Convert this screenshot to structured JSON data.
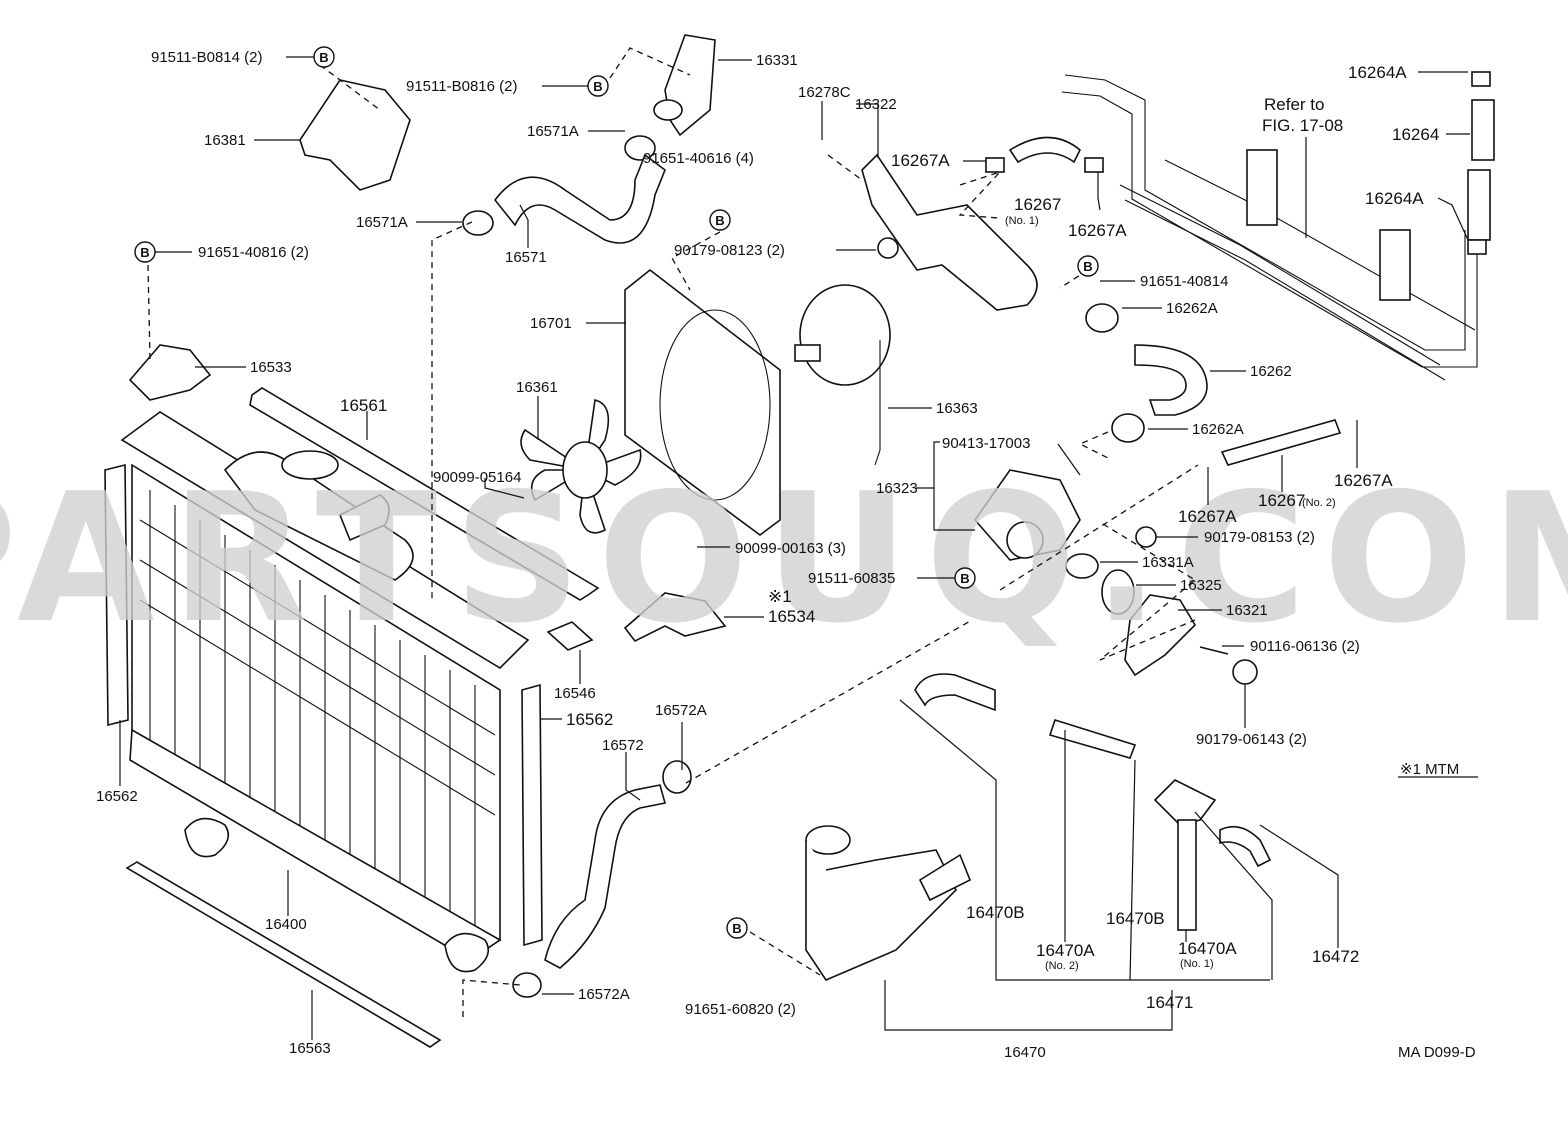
{
  "diagram": {
    "code": "MA D099-D",
    "note": "※1 MTM",
    "refer_to": [
      "Refer to",
      "FIG. 17-08"
    ],
    "watermark": "PARTSOUQ.COM",
    "marker_b": "B",
    "labels": [
      {
        "id": "l1",
        "text": "91511-B0814 (2)"
      },
      {
        "id": "l2",
        "text": "91511-B0816 (2)"
      },
      {
        "id": "l3",
        "text": "16331"
      },
      {
        "id": "l4",
        "text": "16381"
      },
      {
        "id": "l5",
        "text": "16571A"
      },
      {
        "id": "l6",
        "text": "16571A"
      },
      {
        "id": "l7",
        "text": "16571"
      },
      {
        "id": "l8",
        "text": "91651-40616 (4)"
      },
      {
        "id": "l9",
        "text": "91651-40816 (2)"
      },
      {
        "id": "l10",
        "text": "16278C"
      },
      {
        "id": "l11",
        "text": "16322"
      },
      {
        "id": "l12",
        "text": "16267A"
      },
      {
        "id": "l13",
        "text": "16267"
      },
      {
        "id": "l14",
        "text": "(No. 1)"
      },
      {
        "id": "l15",
        "text": "16267A"
      },
      {
        "id": "l16",
        "text": "90179-08123 (2)"
      },
      {
        "id": "l17",
        "text": "91651-40814"
      },
      {
        "id": "l18",
        "text": "16262A"
      },
      {
        "id": "l19",
        "text": "16262"
      },
      {
        "id": "l20",
        "text": "16264A"
      },
      {
        "id": "l21",
        "text": "16264"
      },
      {
        "id": "l22",
        "text": "16264A"
      },
      {
        "id": "l23",
        "text": "16701"
      },
      {
        "id": "l24",
        "text": "16533"
      },
      {
        "id": "l25",
        "text": "16561"
      },
      {
        "id": "l26",
        "text": "16361"
      },
      {
        "id": "l27",
        "text": "16363"
      },
      {
        "id": "l28",
        "text": "16262A"
      },
      {
        "id": "l29",
        "text": "90413-17003"
      },
      {
        "id": "l30",
        "text": "16323"
      },
      {
        "id": "l31",
        "text": "90099-05164"
      },
      {
        "id": "l32",
        "text": "16267A"
      },
      {
        "id": "l33",
        "text": "16267"
      },
      {
        "id": "l34",
        "text": "(No. 2)"
      },
      {
        "id": "l35",
        "text": "16267A"
      },
      {
        "id": "l36",
        "text": "90179-08153 (2)"
      },
      {
        "id": "l37",
        "text": "90099-00163 (3)"
      },
      {
        "id": "l38",
        "text": "16331A"
      },
      {
        "id": "l39",
        "text": "91511-60835"
      },
      {
        "id": "l40",
        "text": "16325"
      },
      {
        "id": "l41",
        "text": "※1"
      },
      {
        "id": "l42",
        "text": "16534"
      },
      {
        "id": "l43",
        "text": "16321"
      },
      {
        "id": "l44",
        "text": "90116-06136 (2)"
      },
      {
        "id": "l45",
        "text": "16546"
      },
      {
        "id": "l46",
        "text": "16562"
      },
      {
        "id": "l47",
        "text": "16572A"
      },
      {
        "id": "l48",
        "text": "16572"
      },
      {
        "id": "l49",
        "text": "90179-06143 (2)"
      },
      {
        "id": "l50",
        "text": "16562"
      },
      {
        "id": "l51",
        "text": "16400"
      },
      {
        "id": "l52",
        "text": "16470B"
      },
      {
        "id": "l53",
        "text": "16470B"
      },
      {
        "id": "l54",
        "text": "16470A"
      },
      {
        "id": "l55",
        "text": "(No. 2)"
      },
      {
        "id": "l56",
        "text": "16470A"
      },
      {
        "id": "l57",
        "text": "(No. 1)"
      },
      {
        "id": "l58",
        "text": "16472"
      },
      {
        "id": "l59",
        "text": "16572A"
      },
      {
        "id": "l60",
        "text": "16471"
      },
      {
        "id": "l61",
        "text": "91651-60820 (2)"
      },
      {
        "id": "l62",
        "text": "16563"
      },
      {
        "id": "l63",
        "text": "16470"
      }
    ]
  }
}
